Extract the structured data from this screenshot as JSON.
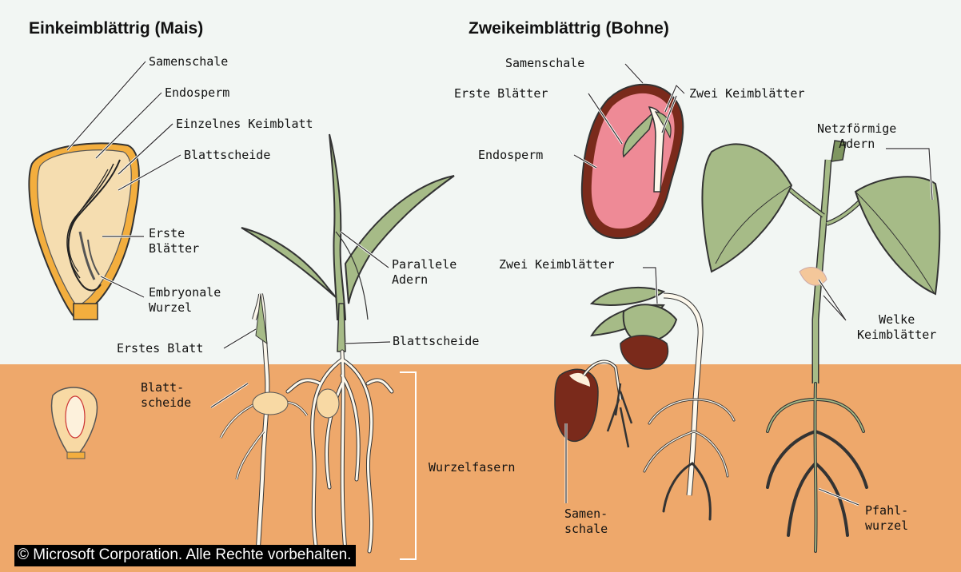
{
  "headings": {
    "monocot": "Einkeimblättrig (Mais)",
    "dicot": "Zweikeimblättrig (Bohne)"
  },
  "monocot_labels": {
    "seed_coat": "Samenschale",
    "endosperm": "Endosperm",
    "single_cotyledon": "Einzelnes Keimblatt",
    "sheath": "Blattscheide",
    "first_leaves_1": "Erste",
    "first_leaves_2": "Blätter",
    "radicle_1": "Embryonale",
    "radicle_2": "Wurzel",
    "parallel_1": "Parallele",
    "parallel_2": "Adern",
    "first_leaf": "Erstes Blatt",
    "sheath2": "Blattscheide",
    "sheath3_1": "Blatt-",
    "sheath3_2": "scheide",
    "fibrous_roots": "Wurzelfasern"
  },
  "dicot_labels": {
    "seed_coat": "Samenschale",
    "first_leaves": "Erste Blätter",
    "two_cotyledons": "Zwei Keimblätter",
    "endosperm": "Endosperm",
    "net_veins_1": "Netzförmige",
    "net_veins_2": "Adern",
    "two_cotyledons2": "Zwei Keimblätter",
    "wilted_1": "Welke",
    "wilted_2": "Keimblätter",
    "seed_coat2_1": "Samen-",
    "seed_coat2_2": "schale",
    "taproot_1": "Pfahl-",
    "taproot_2": "wurzel"
  },
  "copyright": "© Microsoft Corporation. Alle Rechte vorbehalten.",
  "colors": {
    "soil": "#eea86b",
    "sky": "#f2f6f3",
    "leaf": "#a6bb87",
    "endosperm_corn": "#f5ddb0",
    "bean_endosperm": "#ee8a96",
    "bean_coat": "#6a2418"
  }
}
